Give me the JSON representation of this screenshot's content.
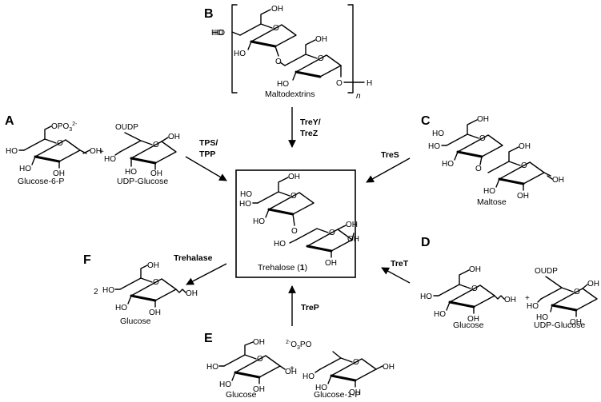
{
  "panels": {
    "A": {
      "letter": "A",
      "labels": [
        "Glucose-6-P",
        "UDP-Glucose"
      ],
      "plus": "+",
      "phosphate": "OPO",
      "phosphate_sub": "3",
      "phosphate_sup": "2-",
      "udp": "OUDP"
    },
    "B": {
      "letter": "B",
      "label": "Maltodextrins",
      "repeat_n": "n",
      "end_h": "H"
    },
    "C": {
      "letter": "C",
      "label": "Maltose"
    },
    "D": {
      "letter": "D",
      "labels": [
        "Glucose",
        "UDP-Glucose"
      ],
      "plus": "+",
      "udp": "OUDP"
    },
    "E": {
      "letter": "E",
      "labels": [
        "Glucose",
        "Glucose-1-P"
      ],
      "plus": "+",
      "phosphate_pre": "2-",
      "phosphate": "O",
      "phosphate_sub": "3",
      "phosphate_post": "PO"
    },
    "F": {
      "letter": "F",
      "label": "Glucose",
      "coef": "2"
    }
  },
  "center": {
    "label_pre": "Trehalose (",
    "label_num": "1",
    "label_post": ")"
  },
  "enzymes": {
    "treyz_1": "TreY/",
    "treyz_2": "TreZ",
    "tps_1": "TPS/",
    "tps_2": "TPP",
    "tres": "TreS",
    "tret": "TreT",
    "trep": "TreP",
    "trehalase": "Trehalase"
  },
  "atoms": {
    "ho": "HO",
    "oh": "OH",
    "o": "O"
  }
}
